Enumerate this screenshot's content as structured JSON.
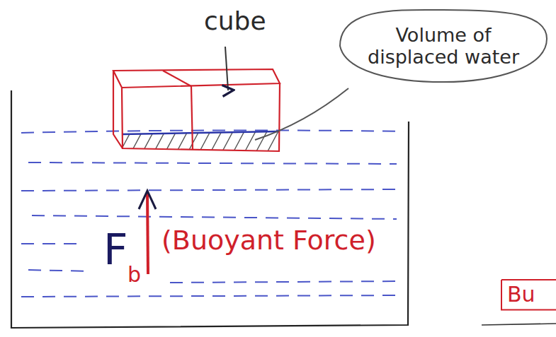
{
  "diagram": {
    "nodes": [
      {
        "text": [
          "Volume of displaced water"
        ]
      },
      {
        "text": [
          "Bu"
        ]
      }
    ],
    "labels": [
      "cube",
      "F",
      "b",
      "(Buoyant Force)"
    ]
  }
}
